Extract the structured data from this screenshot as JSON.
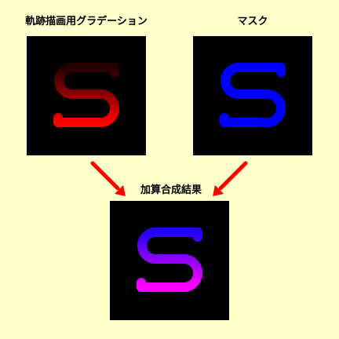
{
  "panels": {
    "gradient": {
      "label": "軌跡描画用グラデーション",
      "letter": "S",
      "gradient_top_color": "#220000",
      "gradient_bottom_color": "#ff0000"
    },
    "mask": {
      "label": "マスク",
      "letter": "S",
      "stroke_color": "#0000ff"
    },
    "result": {
      "label": "加算合成結果",
      "letter": "S",
      "gradient_top_color": "#2200ff",
      "gradient_bottom_color": "#ff00ff"
    }
  },
  "colors": {
    "background": "#ffffcc",
    "panel_background": "#000000",
    "arrow": "#ff0000",
    "label_text": "#000000"
  }
}
